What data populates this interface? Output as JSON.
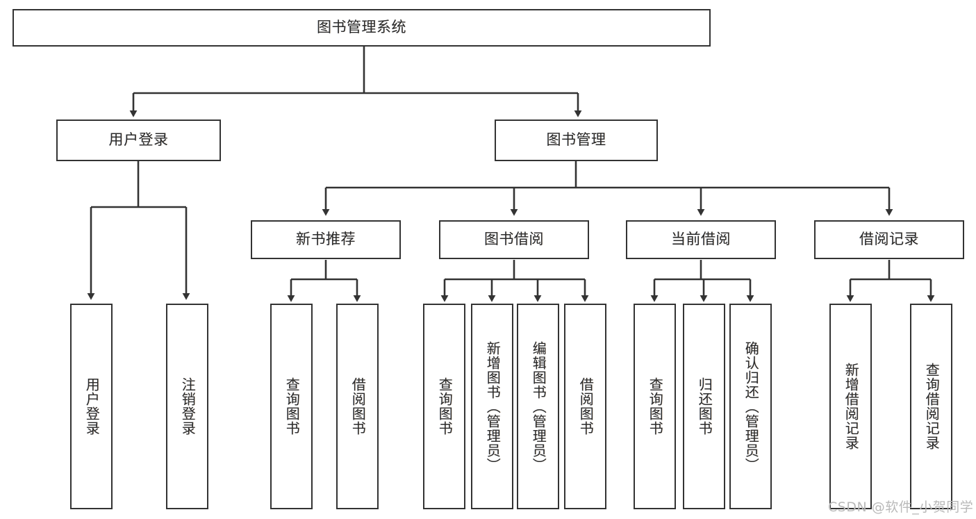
{
  "diagram": {
    "type": "tree-hierarchy",
    "title": "图书管理系统",
    "root": {
      "label": "图书管理系统",
      "orientation": "horizontal"
    },
    "level1": [
      {
        "label": "用户登录",
        "orientation": "horizontal"
      },
      {
        "label": "图书管理",
        "orientation": "horizontal"
      }
    ],
    "level2": [
      {
        "label": "新书推荐",
        "orientation": "horizontal"
      },
      {
        "label": "图书借阅",
        "orientation": "horizontal"
      },
      {
        "label": "当前借阅",
        "orientation": "horizontal"
      },
      {
        "label": "借阅记录",
        "orientation": "horizontal"
      }
    ],
    "leaves": {
      "user_login": [
        {
          "label": "用户登录",
          "orientation": "vertical"
        },
        {
          "label": "注销登录",
          "orientation": "vertical"
        }
      ],
      "new_book_recommend": [
        {
          "label": "查询图书",
          "orientation": "vertical"
        },
        {
          "label": "借阅图书",
          "orientation": "vertical"
        }
      ],
      "book_borrow": [
        {
          "label": "查询图书",
          "orientation": "vertical"
        },
        {
          "label": "新增图书（管理员）",
          "orientation": "vertical"
        },
        {
          "label": "编辑图书（管理员）",
          "orientation": "vertical"
        },
        {
          "label": "借阅图书",
          "orientation": "vertical"
        }
      ],
      "current_borrow": [
        {
          "label": "查询图书",
          "orientation": "vertical"
        },
        {
          "label": "归还图书",
          "orientation": "vertical"
        },
        {
          "label": "确认归还（管理员）",
          "orientation": "vertical"
        }
      ],
      "borrow_record": [
        {
          "label": "新增借阅记录",
          "orientation": "vertical"
        },
        {
          "label": "查询借阅记录",
          "orientation": "vertical"
        }
      ]
    }
  },
  "watermark": {
    "text": "CSDN @软件_小贺同学"
  },
  "colors": {
    "stroke": "#333333",
    "text": "#2b2b2b",
    "background": "#ffffff",
    "watermark": "#b9b9b9"
  }
}
